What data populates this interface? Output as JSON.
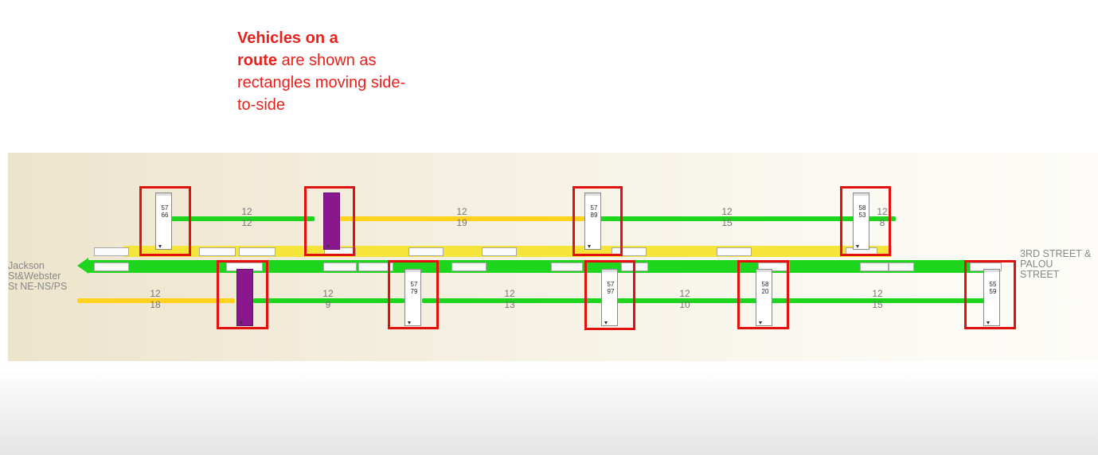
{
  "caption": {
    "bold_part_1": "Vehicles on a",
    "bold_part_2": "route",
    "rest": " are shown as rectangles moving side-to-side"
  },
  "terminals": {
    "left": "Jackson St&Webster St NE-NS/PS",
    "right": "3RD STREET & PALOU STREET"
  },
  "top_segments": [
    {
      "route": "12",
      "headway": "12"
    },
    {
      "route": "12",
      "headway": "19"
    },
    {
      "route": "12",
      "headway": "15"
    },
    {
      "route": "12",
      "headway": "8"
    }
  ],
  "bottom_segments": [
    {
      "route": "12",
      "headway": "18"
    },
    {
      "route": "12",
      "headway": "9"
    },
    {
      "route": "12",
      "headway": "13"
    },
    {
      "route": "12",
      "headway": "10"
    },
    {
      "route": "12",
      "headway": "15"
    }
  ],
  "top_vehicles": [
    {
      "number": "5766",
      "color": "#ffffff"
    },
    {
      "number": "",
      "color": "#8a178e"
    },
    {
      "number": "5789",
      "color": "#ffffff"
    },
    {
      "number": "5853",
      "color": "#ffffff"
    }
  ],
  "bottom_vehicles": [
    {
      "number": "",
      "color": "#8a178e"
    },
    {
      "number": "5779",
      "color": "#ffffff"
    },
    {
      "number": "5797",
      "color": "#ffffff"
    },
    {
      "number": "5820",
      "color": "#ffffff"
    },
    {
      "number": "5559",
      "color": "#ffffff"
    }
  ],
  "colors": {
    "accent_red": "#e3110e",
    "on_time_green": "#1ed51e",
    "delayed_yellow": "#ffd21e",
    "purple_vehicle": "#8a178e"
  }
}
